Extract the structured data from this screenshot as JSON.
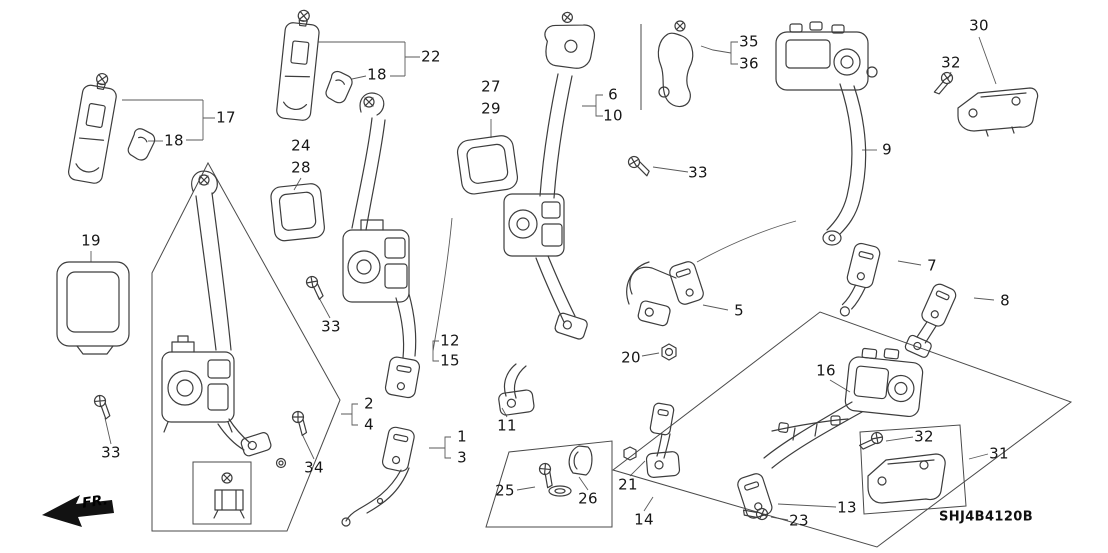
{
  "diagram": {
    "part_code": "SHJ4B4120B",
    "direction_label": "FR.",
    "callouts": [
      {
        "text": "30"
      },
      {
        "text": "32"
      },
      {
        "text": "35"
      },
      {
        "text": "36"
      },
      {
        "text": "22"
      },
      {
        "text": "18"
      },
      {
        "text": "27"
      },
      {
        "text": "29"
      },
      {
        "text": "6"
      },
      {
        "text": "10"
      },
      {
        "text": "17"
      },
      {
        "text": "18"
      },
      {
        "text": "24"
      },
      {
        "text": "28"
      },
      {
        "text": "9"
      },
      {
        "text": "33"
      },
      {
        "text": "19"
      },
      {
        "text": "7"
      },
      {
        "text": "8"
      },
      {
        "text": "33"
      },
      {
        "text": "12"
      },
      {
        "text": "15"
      },
      {
        "text": "5"
      },
      {
        "text": "20"
      },
      {
        "text": "16"
      },
      {
        "text": "2"
      },
      {
        "text": "4"
      },
      {
        "text": "1"
      },
      {
        "text": "3"
      },
      {
        "text": "11"
      },
      {
        "text": "32"
      },
      {
        "text": "31"
      },
      {
        "text": "34"
      },
      {
        "text": "33"
      },
      {
        "text": "25"
      },
      {
        "text": "26"
      },
      {
        "text": "21"
      },
      {
        "text": "14"
      },
      {
        "text": "23"
      },
      {
        "text": "13"
      }
    ]
  }
}
